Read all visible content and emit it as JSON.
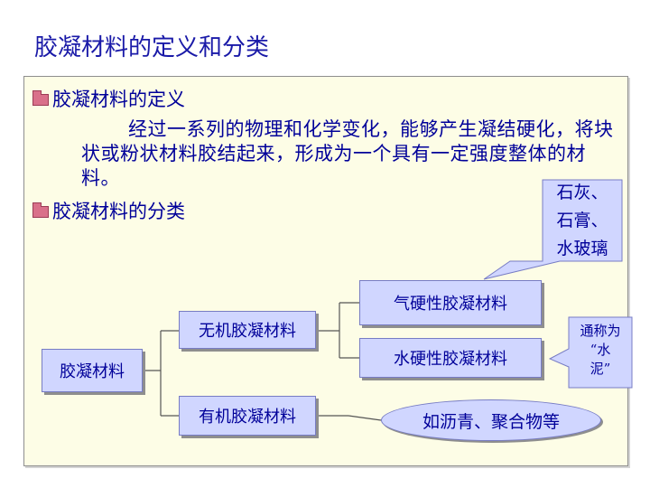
{
  "slide": {
    "title": "胶凝材料的定义和分类"
  },
  "definition": {
    "heading": "胶凝材料的定义",
    "text": "经过一系列的物理和化学变化，能够产生凝结硬化，将块状或粉状材料胶结起来，形成为一个具有一定强度整体的材料。"
  },
  "classification": {
    "heading": "胶凝材料的分类"
  },
  "tree": {
    "root": "胶凝材料",
    "inorganic": "无机胶凝材料",
    "organic": "有机胶凝材料",
    "air_hardening": "气硬性胶凝材料",
    "hydraulic": "水硬性胶凝材料",
    "organic_examples": "如沥青、聚合物等"
  },
  "callout_air": {
    "line1": "石灰、",
    "line2": "石膏、",
    "line3": "水玻璃"
  },
  "callout_hydraulic": {
    "line1": "通称为",
    "line2": "“水",
    "line3": "泥”"
  },
  "colors": {
    "title_text": "#1a1aa8",
    "body_text": "#000099",
    "panel_background": "#fdfde6",
    "box_fill": "#d0d6ff",
    "bullet": "#d9708a"
  }
}
